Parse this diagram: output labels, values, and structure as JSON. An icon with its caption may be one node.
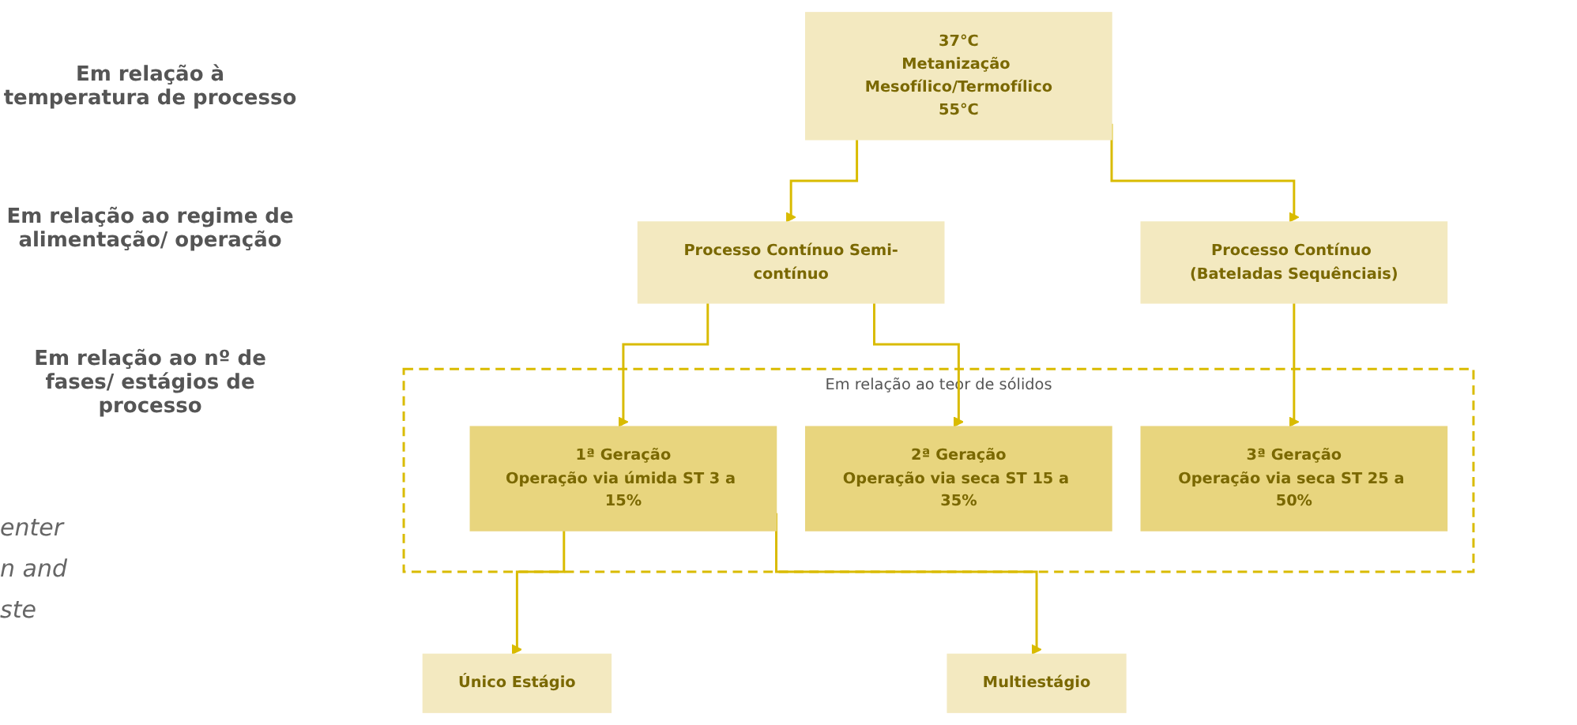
{
  "diagram": {
    "nodes": [
      {
        "text": [
          "37°C",
          "Metanização Mesofílico/Termofílico",
          "55°C"
        ]
      },
      {
        "text": [
          "Processo Contínuo Semi-contínuo"
        ]
      },
      {
        "text": [
          "Processo Contínuo (Bateladas Sequênciais)"
        ]
      },
      {
        "text": [
          "Em relação ao teor de sólidos"
        ]
      },
      {
        "text": [
          "1ª Geração",
          "Operação via úmida ST 3 a 15%"
        ],
        "in": 3
      },
      {
        "text": [
          "2ª Geração",
          "Operação via seca ST 15 a 35%"
        ],
        "in": 3
      },
      {
        "text": [
          "3ª Geração",
          "Operação via seca ST 25 a 50%"
        ],
        "in": 3
      },
      {
        "text": [
          "Único Estágio"
        ]
      },
      {
        "text": [
          "Multiestágio"
        ]
      }
    ],
    "edges": [
      {
        "from": 0,
        "to": 1,
        "arrow": "to"
      },
      {
        "from": 0,
        "to": 2,
        "arrow": "to"
      },
      {
        "from": 1,
        "to": 4,
        "arrow": "to"
      },
      {
        "from": 1,
        "to": 5,
        "arrow": "to"
      },
      {
        "from": 2,
        "to": 6,
        "arrow": "to"
      },
      {
        "from": 4,
        "to": 7,
        "arrow": "to"
      },
      {
        "from": 4,
        "to": 8,
        "arrow": "to"
      }
    ],
    "labels": [
      "Em relação à temperatura de processo",
      "Em relação ao regime de alimentação/ operação",
      "Em relação ao nº de fases/ estágios de processo",
      "enter",
      "n and",
      "ste"
    ]
  }
}
